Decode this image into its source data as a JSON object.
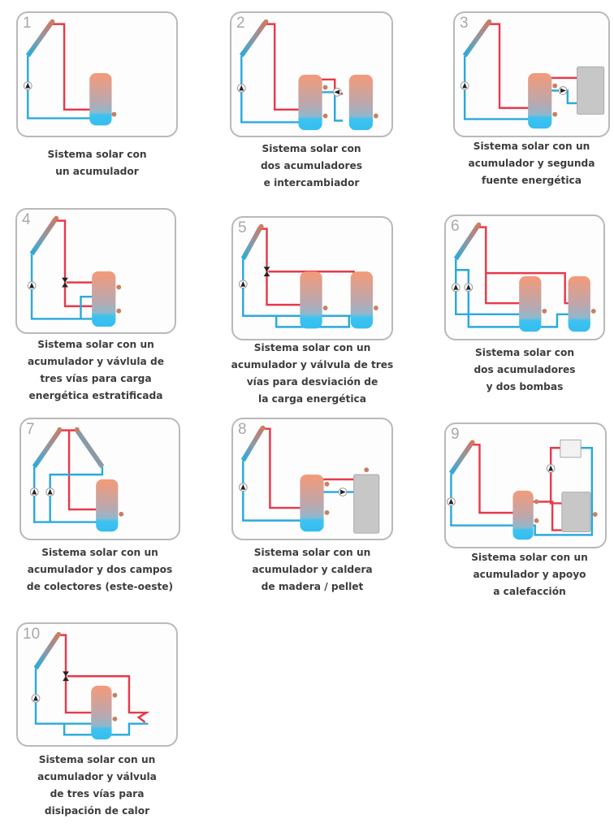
{
  "colors": {
    "hot_pipe": "#e8394a",
    "cold_pipe": "#2aa9dc",
    "border": "#b9b9b9",
    "caption": "#3d3d3d",
    "number": "#a9a9a9",
    "tank_top": "#f2a07f",
    "tank_bottom": "#3fc2ef",
    "boiler": "#c7c7c7"
  },
  "diagrams": [
    {
      "number": "1",
      "caption": [
        "Sistema solar con",
        "un acumulador"
      ]
    },
    {
      "number": "2",
      "caption": [
        "Sistema solar con",
        "dos acumuladores",
        "e intercambiador"
      ]
    },
    {
      "number": "3",
      "caption": [
        "Sistema solar con un",
        "acumulador y segunda",
        "fuente energética"
      ]
    },
    {
      "number": "4",
      "caption": [
        "Sistema solar con un",
        "acumulador y vávlula de",
        "tres vías para carga",
        "energética estratificada"
      ]
    },
    {
      "number": "5",
      "caption": [
        "Sistema solar con un",
        "acumulador y válvula de tres",
        "vías para desviación de",
        "la carga energética"
      ]
    },
    {
      "number": "6",
      "caption": [
        "Sistema solar con",
        "dos acumuladores",
        "y dos bombas"
      ]
    },
    {
      "number": "7",
      "caption": [
        "Sistema solar con un",
        "acumulador y dos campos",
        "de colectores (este-oeste)"
      ]
    },
    {
      "number": "8",
      "caption": [
        "Sistema solar con un",
        "acumulador y caldera",
        "de madera / pellet"
      ]
    },
    {
      "number": "9",
      "caption": [
        "Sistema solar con un",
        "acumulador y apoyo",
        "a calefacción"
      ]
    },
    {
      "number": "10",
      "caption": [
        "Sistema solar con un",
        "acumulador y válvula",
        "de tres vías para",
        "disipación de calor"
      ]
    }
  ]
}
